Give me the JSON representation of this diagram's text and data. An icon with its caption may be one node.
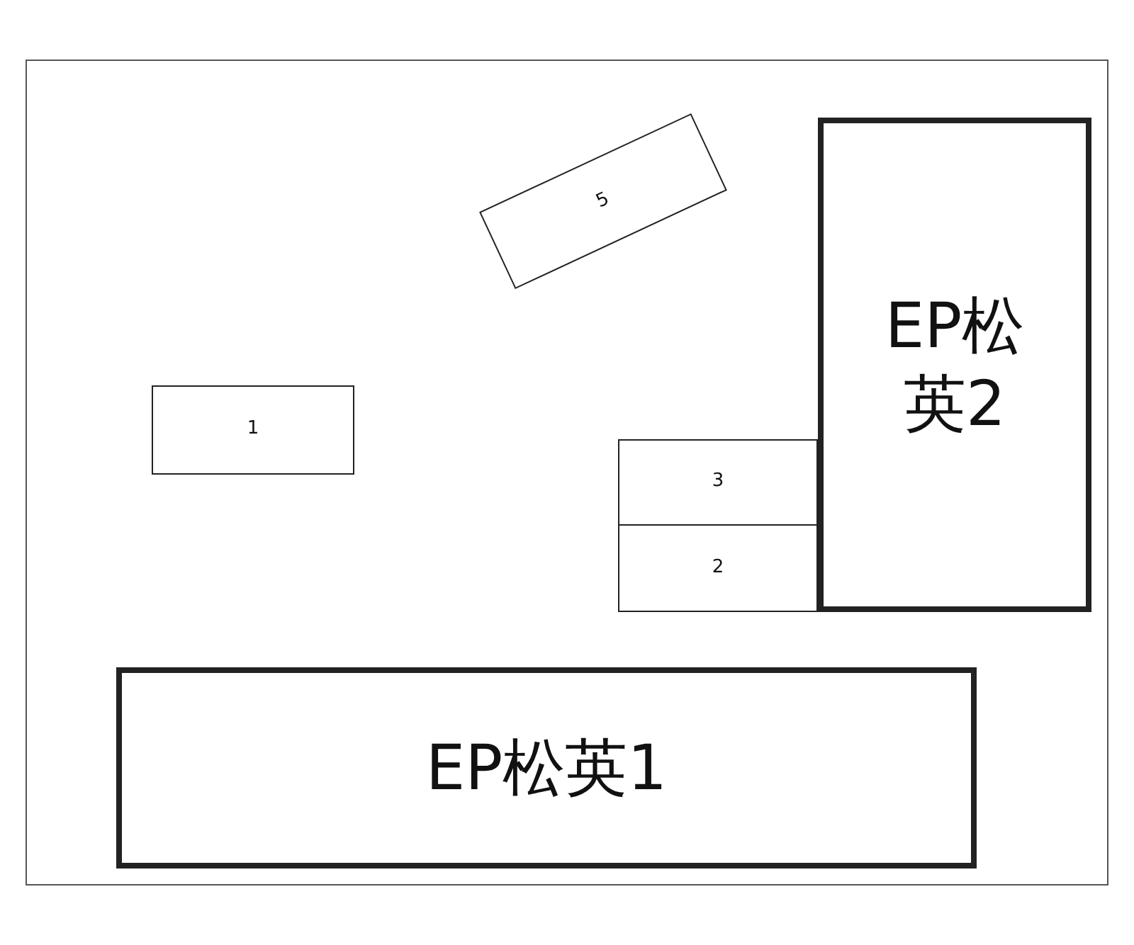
{
  "diagram": {
    "nodes": [
      {
        "text": [
          "5"
        ]
      },
      {
        "text": [
          "EP松英2"
        ]
      },
      {
        "text": [
          "1"
        ]
      },
      {
        "text": [
          "3"
        ]
      },
      {
        "text": [
          "2"
        ]
      },
      {
        "text": [
          "EP松英1"
        ]
      }
    ]
  }
}
